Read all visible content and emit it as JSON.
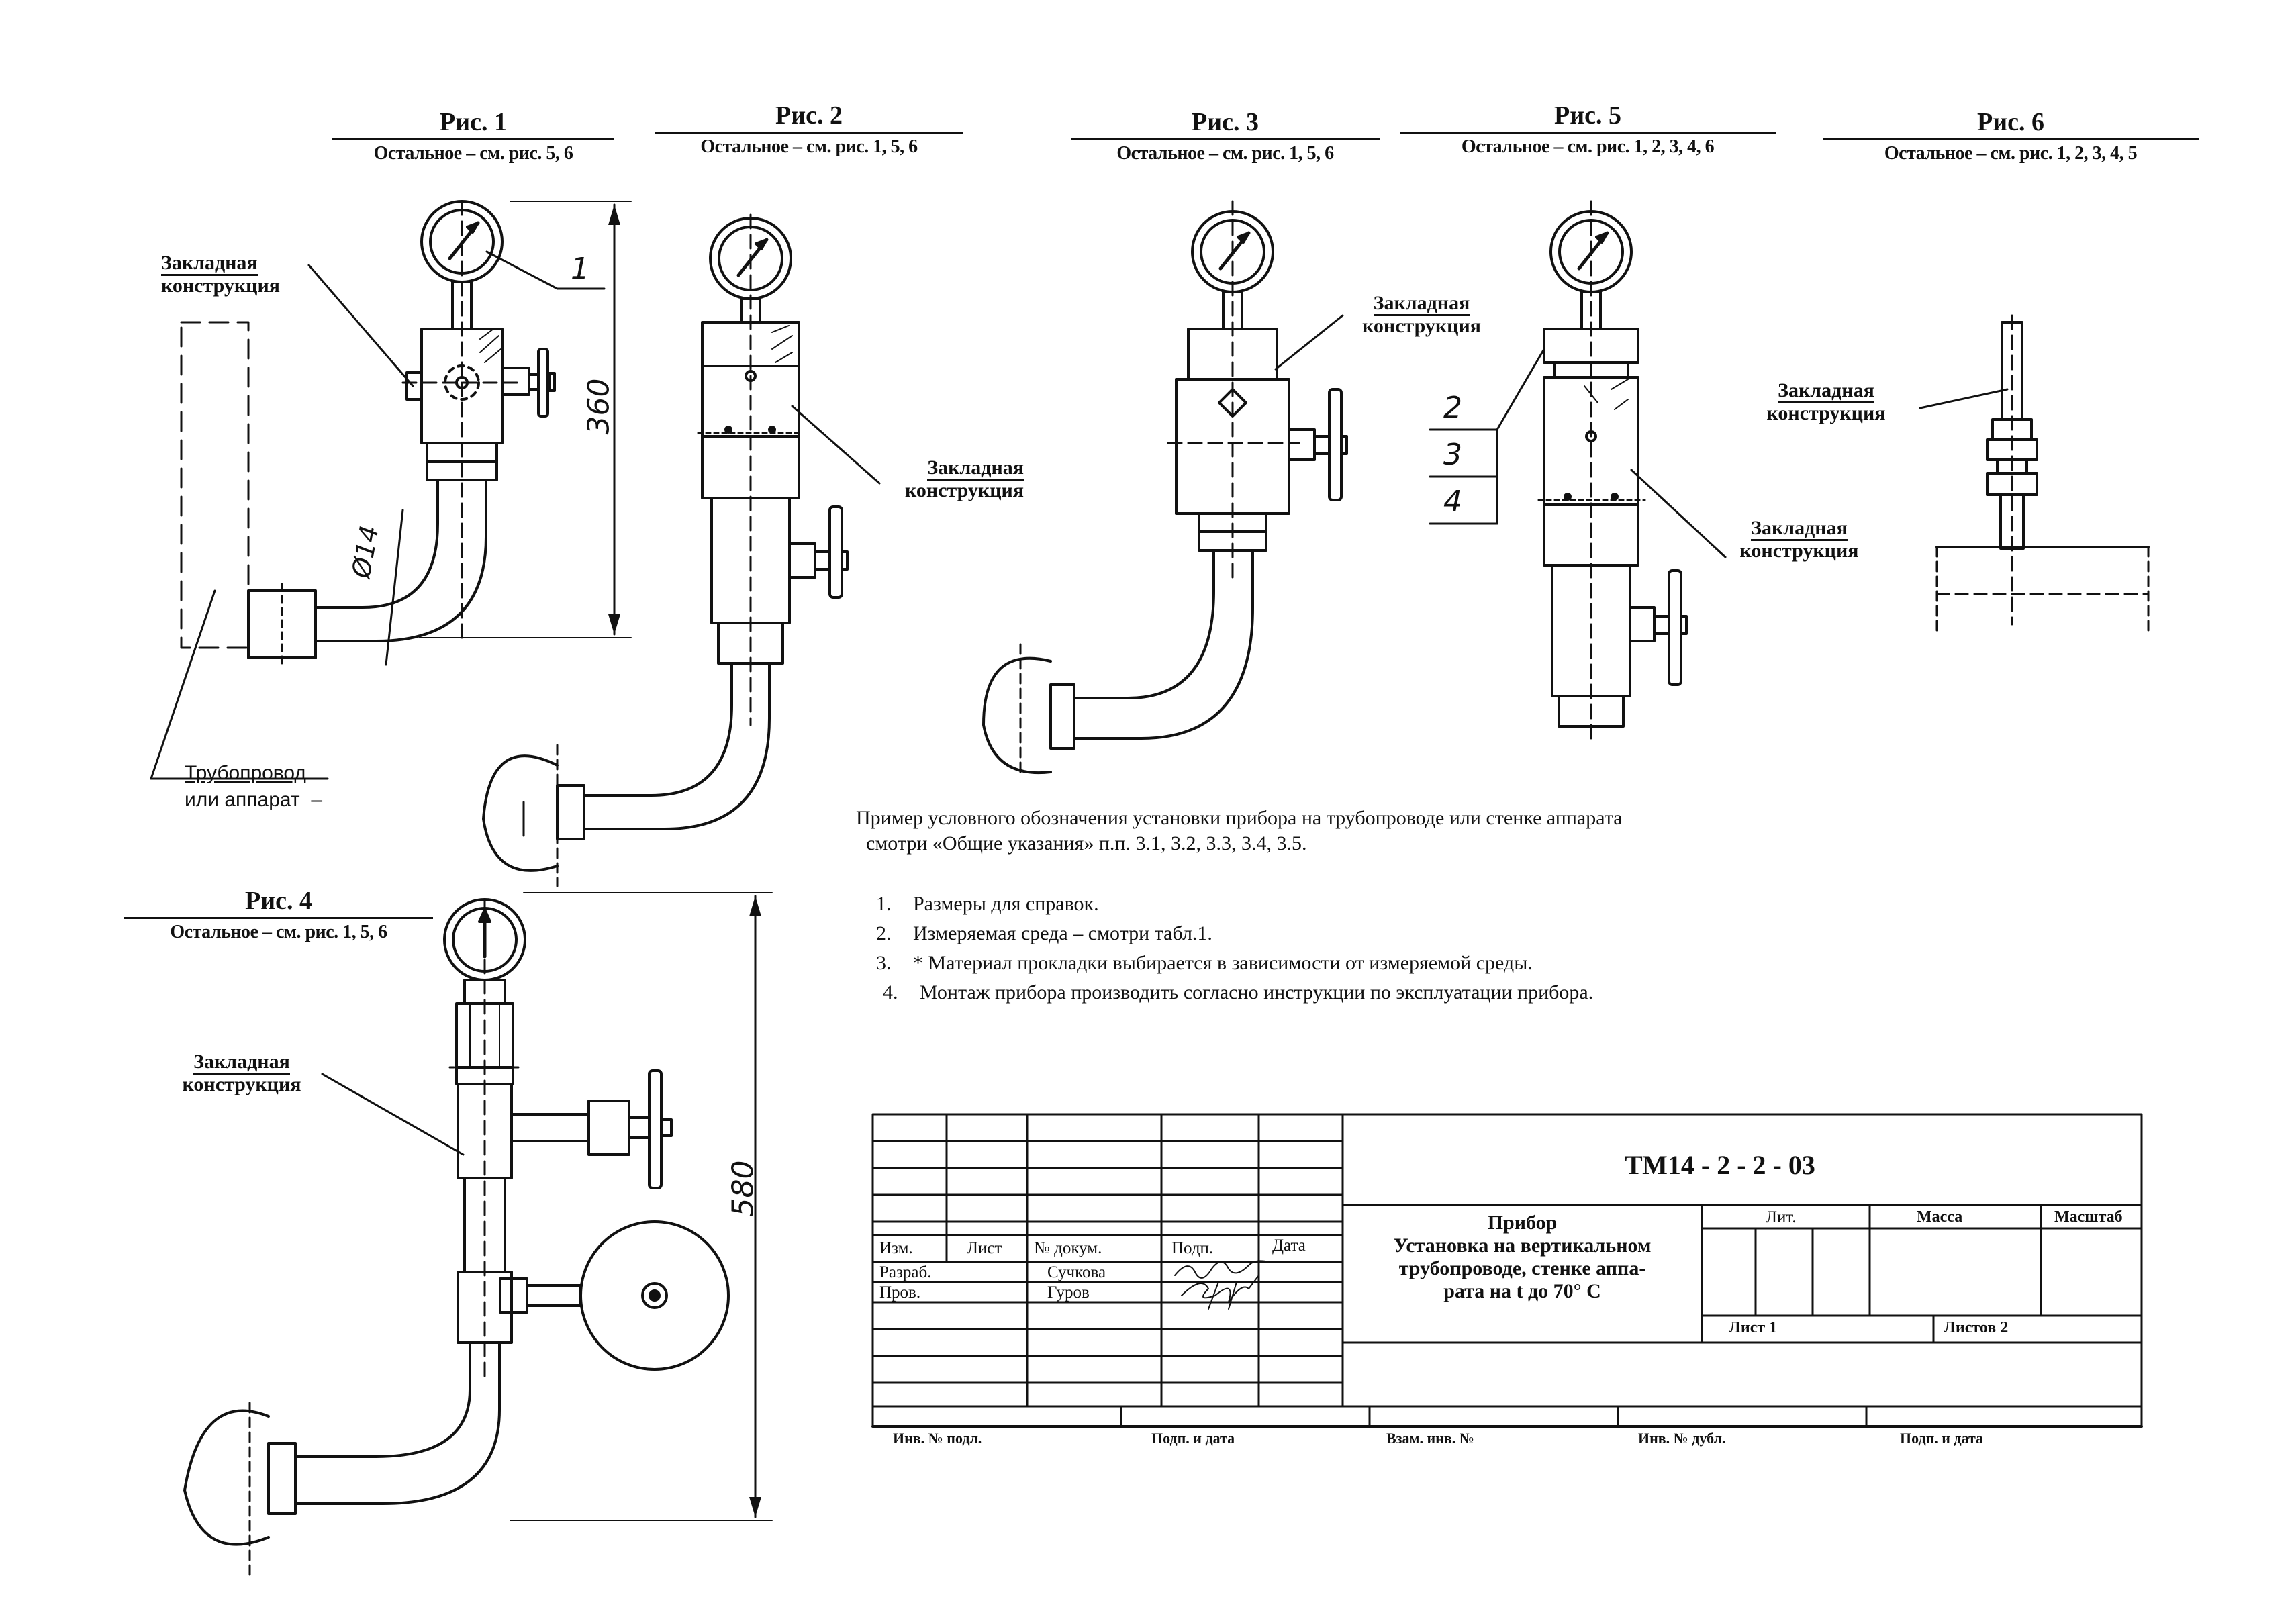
{
  "figures": [
    {
      "title": "Рис. 1",
      "rest": "Остальное – см. рис. 5, 6"
    },
    {
      "title": "Рис. 2",
      "rest": "Остальное – см. рис. 1, 5, 6"
    },
    {
      "title": "Рис. 3",
      "rest": "Остальное – см. рис. 1, 5, 6"
    },
    {
      "title": "Рис. 5",
      "rest": "Остальное – см. рис. 1, 2, 3, 4, 6"
    },
    {
      "title": "Рис. 6",
      "rest": "Остальное – см. рис. 1, 2, 3, 4, 5"
    },
    {
      "title": "Рис. 4",
      "rest": "Остальное – см. рис. 1, 5, 6"
    }
  ],
  "labels": {
    "embedded_line1": "Закладная",
    "embedded_line2": "конструкция",
    "pipe_line1": "Трубопровод",
    "pipe_line2": "или аппарат",
    "pipe_dash": "–"
  },
  "dimensions": {
    "fig1_height": "360",
    "fig1_diameter": "Ø14",
    "fig4_height": "580",
    "fig1_callout": "1",
    "fig5_callouts": [
      "2",
      "3",
      "4"
    ]
  },
  "example": {
    "line1": "Пример  условного  обозначения установки  прибора на трубопроводе  или стенке аппарата",
    "line2": "смотри  «Общие указания» п.п. 3.1,  3.2, 3.3, 3.4, 3.5."
  },
  "notes": [
    {
      "num": "1.",
      "text": "Размеры для справок."
    },
    {
      "num": "2.",
      "text": "Измеряемая  среда – смотри  табл.1."
    },
    {
      "num": "3.",
      "text": "* Материал прокладки выбирается в зависимости  от измеряемой среды."
    },
    {
      "num": "4.",
      "text": "Монтаж прибора производить согласно инструкции по эксплуатации прибора."
    }
  ],
  "title_block": {
    "doc_code": "ТМ14 -  2  - 2 - 03",
    "name_line1": "Прибор",
    "name_line2": "Установка на вертикальном",
    "name_line3": "трубопроводе,  стенке аппа-",
    "name_line4": "рата на  t до 70° С",
    "col_izm": "Изм.",
    "col_list": "Лист",
    "col_doc": "№ докум.",
    "col_sign": "Подп.",
    "col_date": "Дата",
    "row_dev_role": "Разраб.",
    "row_dev_name": "Сучкова",
    "row_chk_role": "Пров.",
    "row_chk_name": "Гуров",
    "lit": "Лит.",
    "mass": "Масса",
    "scale": "Масштаб",
    "sheet": "Лист  1",
    "sheets": "Листов 2",
    "f_inv_orig": "Инв. № подл.",
    "f_sign_date1": "Подп. и дата",
    "f_replace": "Взам. инв. №",
    "f_inv_dup": "Инв. № дубл.",
    "f_sign_date2": "Подп. и дата"
  }
}
